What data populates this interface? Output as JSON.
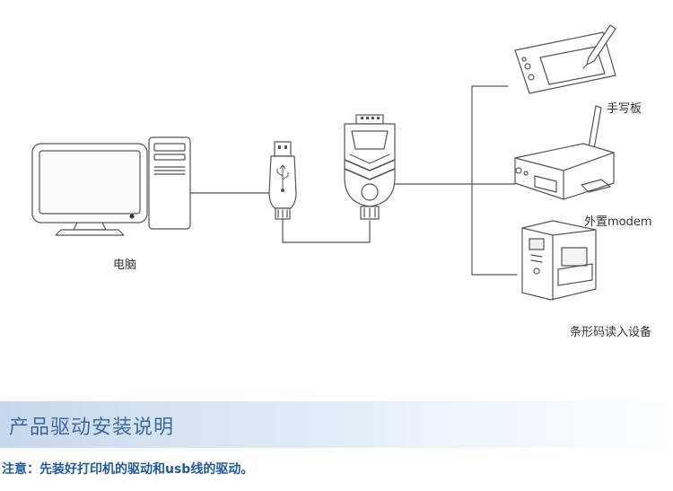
{
  "labels": {
    "computer": "电脑",
    "tablet": "手写板",
    "modem": "外置modem",
    "scanner": "条形码读入设备"
  },
  "section": {
    "title": "产品驱动安装说明",
    "note": "注意：先装好打印机的驱动和usb线的驱动。"
  },
  "colors": {
    "line": "#555555",
    "title_text": "#3e6aa0",
    "note_text": "#1f5a9e",
    "header_band": "#c6d8ec"
  },
  "icons": [
    "computer-icon",
    "usb-plug-icon",
    "db9-adapter-icon",
    "drawing-tablet-icon",
    "modem-icon",
    "barcode-printer-icon"
  ]
}
